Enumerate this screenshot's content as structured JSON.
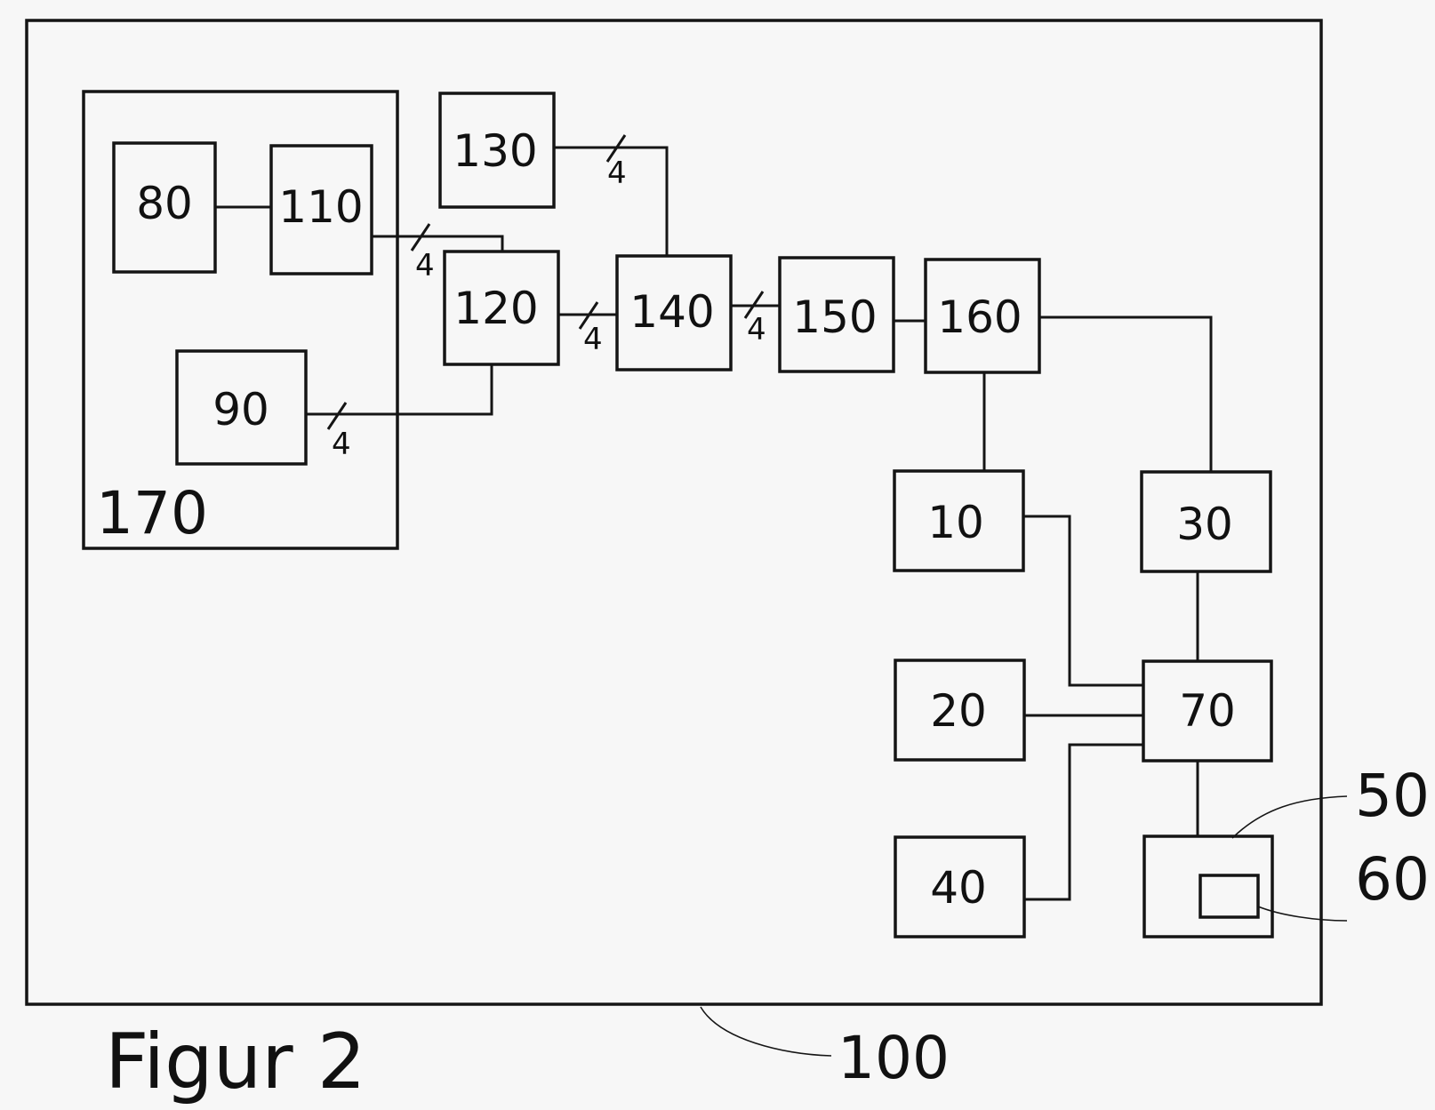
{
  "figure": {
    "caption": "Figur 2",
    "outer_label": "100",
    "group_label": "170",
    "bus_width_label": "4"
  },
  "blocks": {
    "b80": "80",
    "b110": "110",
    "b90": "90",
    "b130": "130",
    "b120": "120",
    "b140": "140",
    "b150": "150",
    "b160": "160",
    "b10": "10",
    "b30": "30",
    "b20": "20",
    "b70": "70",
    "b40": "40",
    "b50": "50",
    "b60": "60"
  }
}
